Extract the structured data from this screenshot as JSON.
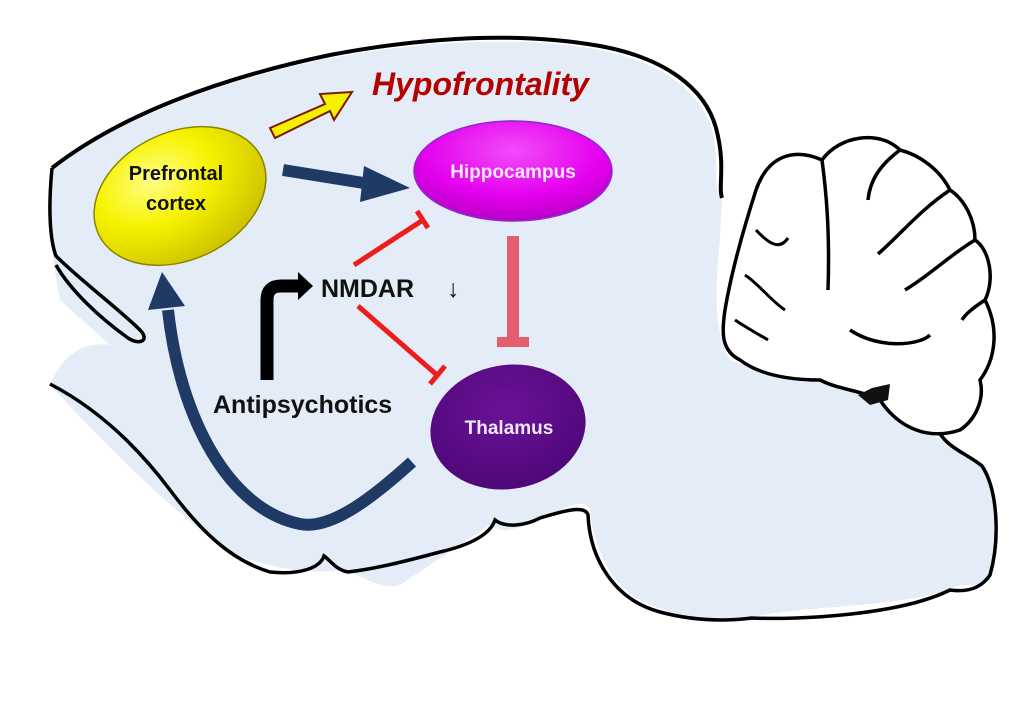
{
  "title": "Hypofrontality",
  "colors": {
    "brain_fill": "#e4ecf7",
    "outline": "#000000",
    "title": "#b40000",
    "prefrontal": "#f5f000",
    "hippocampus": "#e800f0",
    "thalamus": "#5a0a85",
    "excitatory_arrow": "#1f3a64",
    "inhibition_red": "#ee1c1c",
    "inhibition_pink": "#e35f70",
    "hypo_arrow": "#f5f000",
    "antipsychotic_arrow": "#000000"
  },
  "nodes": {
    "prefrontal": {
      "line1": "Prefrontal",
      "line2": "cortex"
    },
    "hippocampus": {
      "label": "Hippocampus"
    },
    "thalamus": {
      "label": "Thalamus"
    }
  },
  "labels": {
    "nmdar": "NMDAR",
    "nmdar_arrow": "↓",
    "antipsychotics": "Antipsychotics"
  },
  "edges": [
    {
      "from": "prefrontal",
      "to": "hypofrontality",
      "type": "yellow-arrow"
    },
    {
      "from": "prefrontal",
      "to": "hippocampus",
      "type": "excitatory"
    },
    {
      "from": "nmdar",
      "to": "hippocampus",
      "type": "inhibitory"
    },
    {
      "from": "nmdar",
      "to": "thalamus",
      "type": "inhibitory"
    },
    {
      "from": "hippocampus",
      "to": "thalamus",
      "type": "inhibitory"
    },
    {
      "from": "thalamus",
      "to": "prefrontal",
      "type": "excitatory-curved"
    },
    {
      "from": "antipsychotics",
      "to": "nmdar",
      "type": "elbow-arrow"
    }
  ]
}
